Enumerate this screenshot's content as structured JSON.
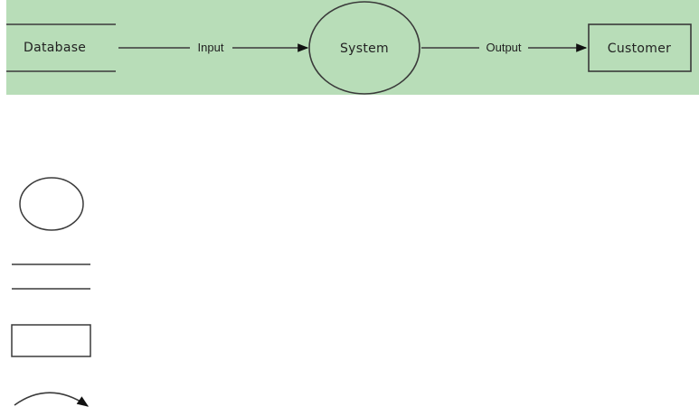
{
  "colors": {
    "diagram_background": "#b8ddb8",
    "stroke": "#3a3a3a",
    "arrowhead": "#111111",
    "text": "#222222",
    "page_background": "#ffffff"
  },
  "context_diagram": {
    "nodes": {
      "database": {
        "label": "Database",
        "shape": "data-store"
      },
      "system": {
        "label": "System",
        "shape": "process-circle"
      },
      "customer": {
        "label": "Customer",
        "shape": "external-entity-rectangle"
      }
    },
    "flows": [
      {
        "from": "database",
        "to": "system",
        "label": "Input"
      },
      {
        "from": "system",
        "to": "customer",
        "label": "Output"
      }
    ]
  },
  "legend": {
    "symbols": [
      {
        "icon": "circle-process-icon"
      },
      {
        "icon": "double-line-data-store-icon"
      },
      {
        "icon": "rectangle-entity-icon"
      },
      {
        "icon": "curved-arrow-flow-icon"
      }
    ]
  }
}
